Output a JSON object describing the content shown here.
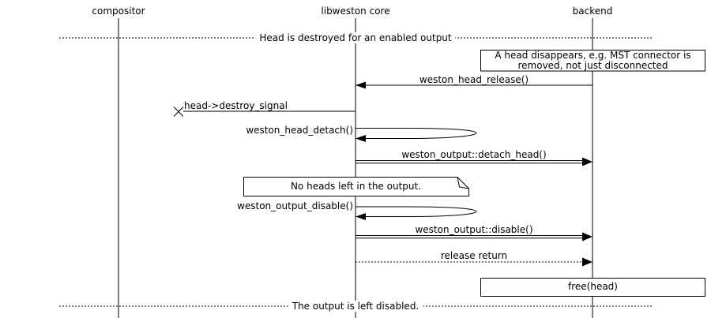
{
  "entities": [
    {
      "label": "compositor"
    },
    {
      "label": "libweston core"
    },
    {
      "label": "backend"
    }
  ],
  "dividers": {
    "top": "Head is destroyed for an enabled output",
    "bottom": "The output is left disabled."
  },
  "notes": {
    "head_disappears": "A head disappears, e.g. MST connector is removed, not just disconnected",
    "no_heads": "No heads left in the output.",
    "free_head": "free(head)"
  },
  "messages": {
    "release": "weston_head_release()",
    "destroy_signal": "head->destroy_signal",
    "head_detach": "weston_head_detach()",
    "detach_head": "weston_output::detach_head()",
    "output_disable": "weston_output_disable()",
    "disable": "weston_output::disable()",
    "release_return": "release return"
  },
  "colors": {
    "stroke": "#000000",
    "background": "#ffffff"
  }
}
